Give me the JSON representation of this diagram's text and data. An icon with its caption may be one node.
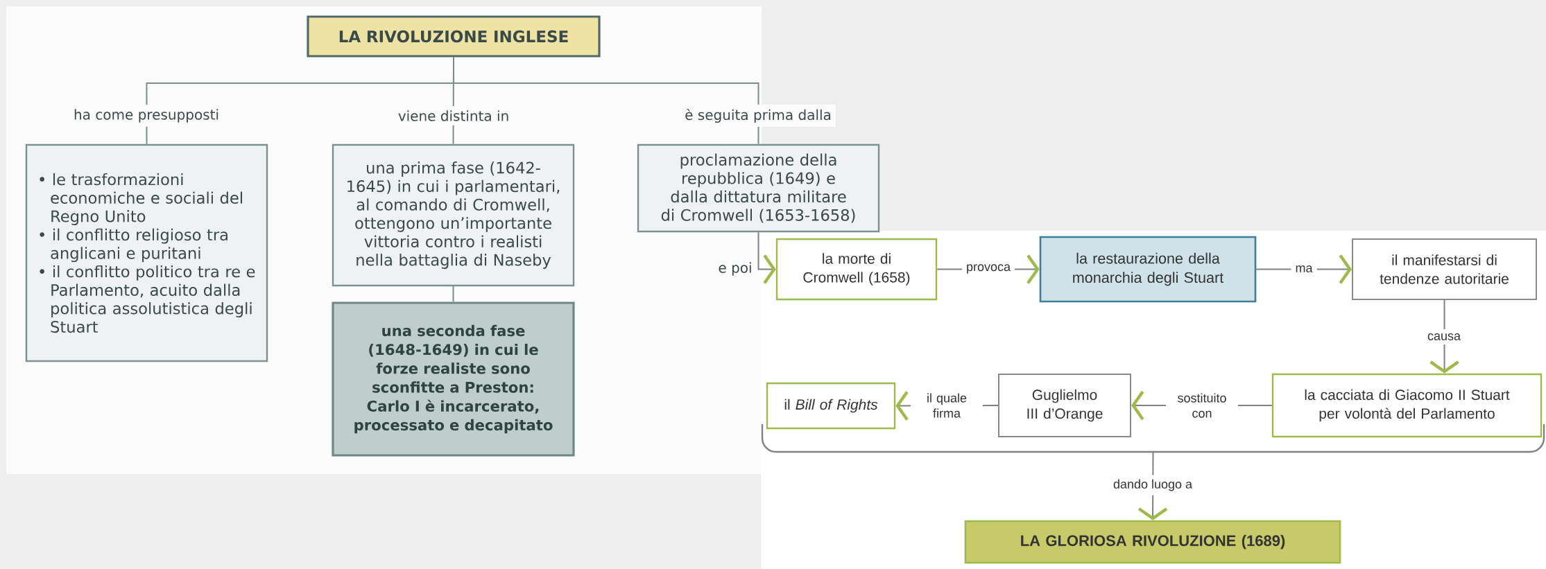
{
  "diagram": {
    "nodes": [
      {
        "text": [
          "LA RIVOLUZIONE INGLESE"
        ]
      },
      {
        "text": [
          "• le trasformazioni economiche e sociali del Regno Unito",
          "• il conflitto religioso tra anglicani e puritani",
          "• il conflitto politico tra re e Parlamento, acuito dalla politica assolutistica degli Stuart"
        ]
      },
      {
        "text": [
          "una prima fase (1642-1645) in cui i parlamentari, al comando di Cromwell, ottengono un’importante vittoria contro i realisti nella battaglia di Naseby"
        ]
      },
      {
        "text": [
          "una seconda fase (1648-1649) in cui le forze realiste sono sconfitte a Preston: Carlo I è incarcerato, processato e decapitato"
        ]
      },
      {
        "text": [
          "proclamazione della repubblica (1649) e dalla dittatura militare di Cromwell (1653-1658)"
        ]
      },
      {
        "text": [
          "la morte di Cromwell (1658)"
        ]
      },
      {
        "text": [
          "la restaurazione della monarchia degli Stuart"
        ]
      },
      {
        "text": [
          "il manifestarsi di tendenze autoritarie"
        ]
      },
      {
        "text": [
          "la cacciata di Giacomo II Stuart per volontà del Parlamento"
        ]
      },
      {
        "text": [
          "Guglielmo III d’Orange"
        ]
      },
      {
        "text": [
          "il *Bill of Rights*"
        ]
      },
      {
        "text": [],
        "shape": "bracket"
      },
      {
        "text": [
          "LA GLORIOSA RIVOLUZIONE (1689)"
        ]
      }
    ],
    "edges": [
      {
        "from": 0,
        "to": 1,
        "arrow": "none",
        "label": "ha come presupposti"
      },
      {
        "from": 0,
        "to": 2,
        "arrow": "none",
        "label": "viene distinta in"
      },
      {
        "from": 0,
        "to": 4,
        "arrow": "none",
        "label": "è seguita prima dalla"
      },
      {
        "from": 2,
        "to": 3,
        "arrow": "none"
      },
      {
        "from": 4,
        "to": 5,
        "arrow": "to",
        "label": "e poi"
      },
      {
        "from": 5,
        "to": 6,
        "arrow": "to",
        "label": "provoca"
      },
      {
        "from": 6,
        "to": 7,
        "arrow": "to",
        "label": "ma"
      },
      {
        "from": 7,
        "to": 8,
        "arrow": "to",
        "label": "causa"
      },
      {
        "from": 8,
        "to": 9,
        "arrow": "to",
        "label": "sostituito con"
      },
      {
        "from": 9,
        "to": 10,
        "arrow": "to",
        "label": "il quale firma"
      },
      {
        "from": 11,
        "to": 12,
        "arrow": "to",
        "label": "dando luogo a"
      }
    ]
  }
}
